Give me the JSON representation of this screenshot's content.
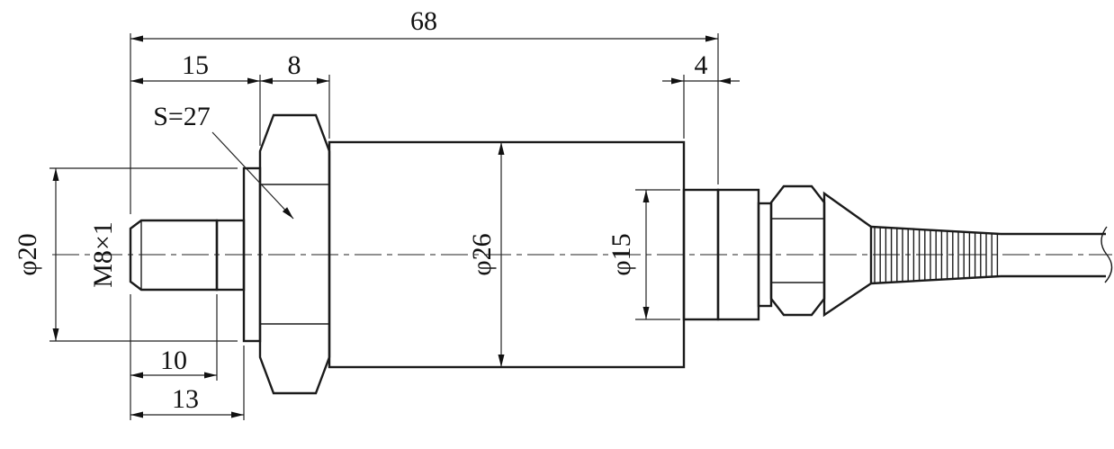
{
  "drawing": {
    "labels": {
      "overall_length": "68",
      "front_length": "15",
      "hex_width": "8",
      "step_length": "4",
      "flange_diameter": "φ20",
      "thread_spec": "M8×1",
      "wrench_flats": "S=27",
      "body_diameter": "φ26",
      "step_diameter": "φ15",
      "thread_length": "10",
      "shoulder_length": "13"
    },
    "colors": {
      "line": "#1b1b1b",
      "background": "#ffffff"
    }
  }
}
